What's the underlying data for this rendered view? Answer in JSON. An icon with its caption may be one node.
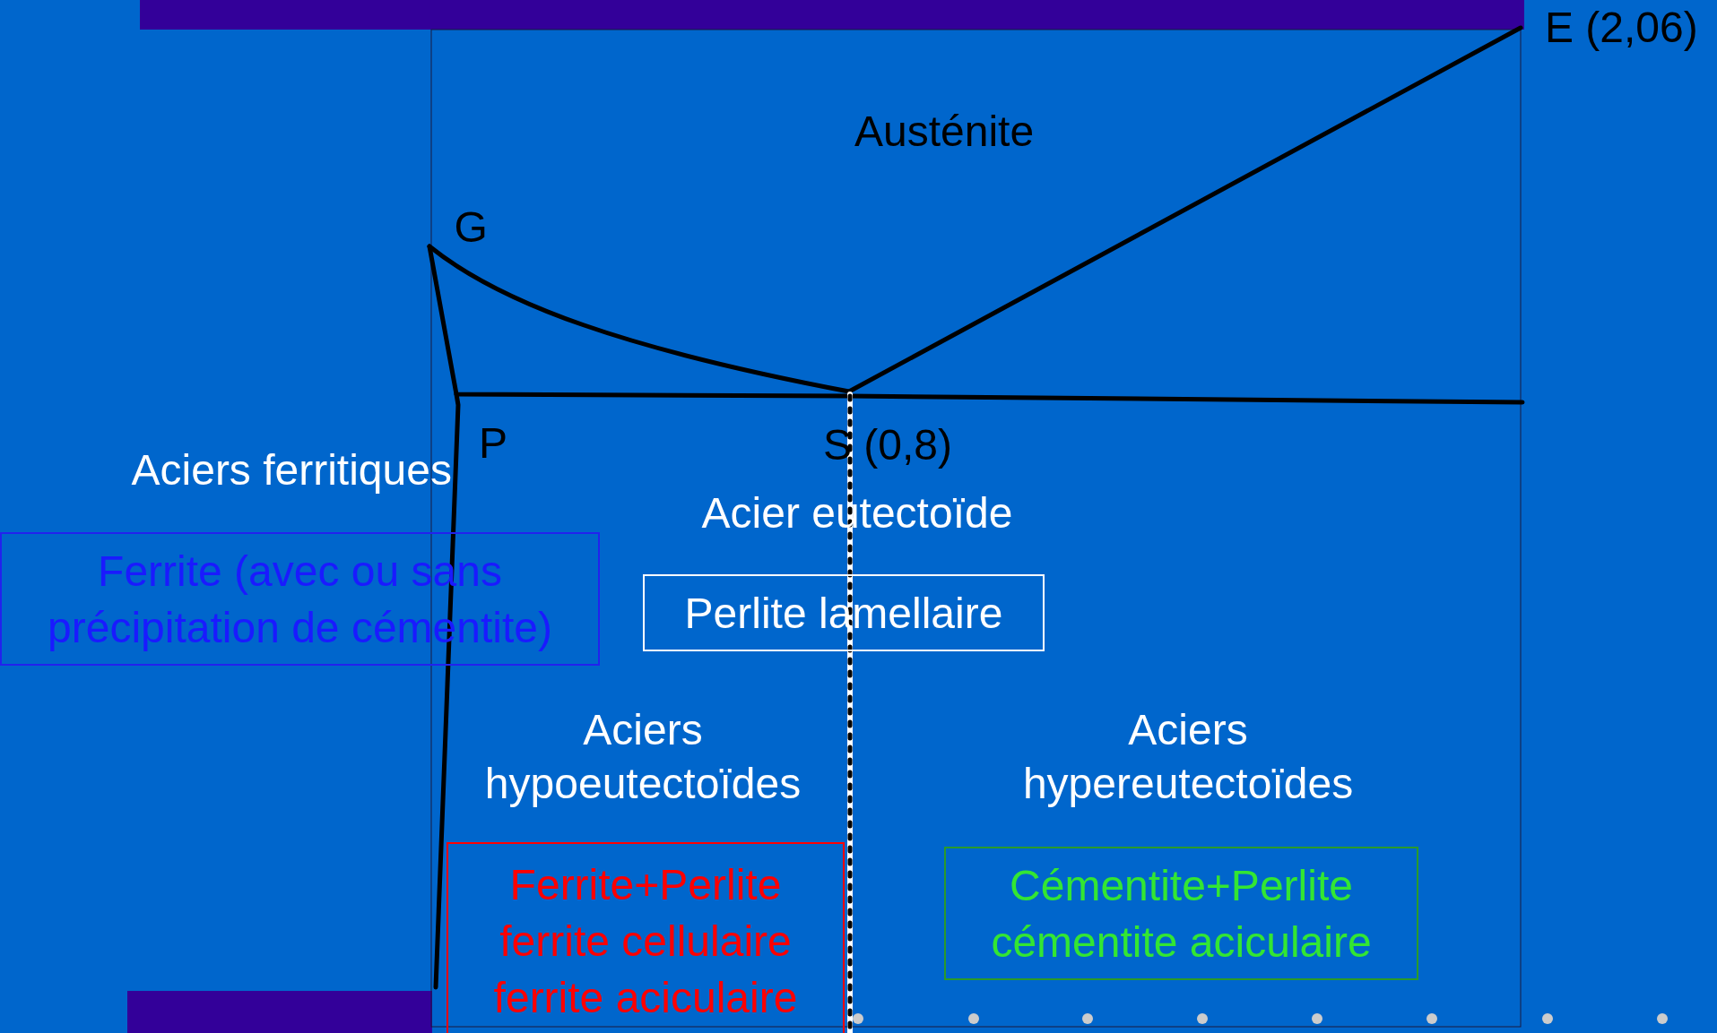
{
  "diagram": {
    "nodes": [
      {
        "text": [
          "Ferrite (avec ou sans précipitation de cémentite)"
        ]
      },
      {
        "text": [
          "Perlite lamellaire"
        ]
      },
      {
        "text": [
          "Ferrite+Perlite",
          "ferrite cellulaire",
          "ferrite aciculaire"
        ]
      },
      {
        "text": [
          "Cémentite+Perlite",
          "cémentite aciculaire"
        ]
      },
      {
        "text": [],
        "shape": "bar"
      },
      {
        "text": [],
        "shape": "bar"
      }
    ],
    "edges": [],
    "labels": [
      "E (2,06)",
      "Austénite",
      "G",
      "Aciers ferritiques",
      "P",
      "S (0,8)",
      "Acier eutectoïde",
      "Aciers hypoeutectoïdes",
      "Aciers hypereutectoïdes"
    ]
  }
}
